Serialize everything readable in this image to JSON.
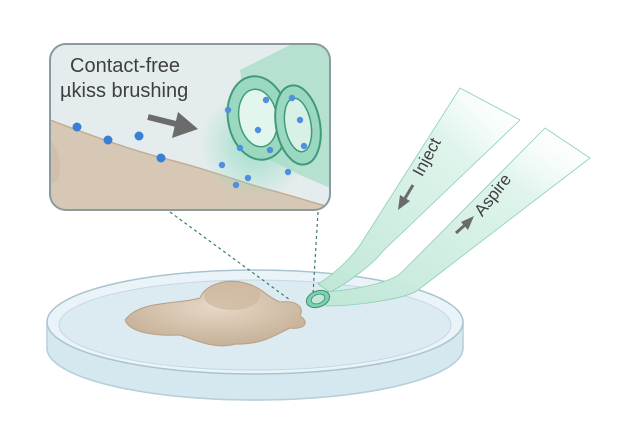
{
  "inset": {
    "title_line1": "Contact-free",
    "title_line2": "µkiss brushing"
  },
  "pipettes": {
    "inject_label": "Inject",
    "aspire_label": "Aspire"
  },
  "colors": {
    "pipette_green": "#bfe7d6",
    "pipette_stroke": "#7fc7ab",
    "dish_blue": "#dfeef4",
    "tissue": "#d9c8b4",
    "particle_blue": "#3a7fd6",
    "arrow_gray": "#6b6b6b"
  }
}
